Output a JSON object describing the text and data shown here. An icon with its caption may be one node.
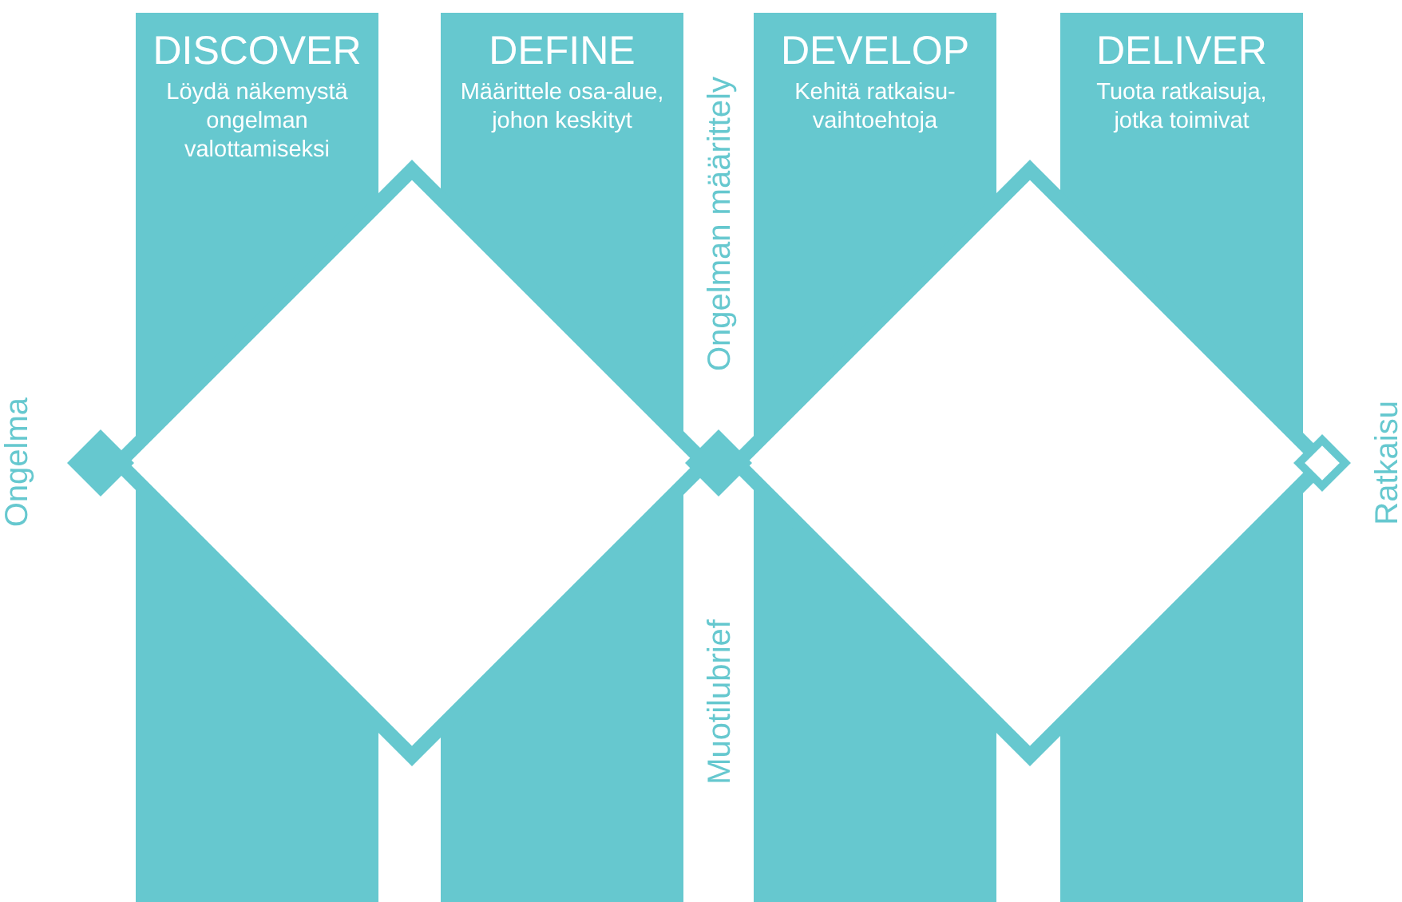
{
  "diagram": {
    "nodes": [
      {
        "text": [
          "DISCOVER",
          "Löydä näkemystä ongelman valottamiseksi"
        ]
      },
      {
        "text": [
          "DEFINE",
          "Määrittele osa-alue, johon keskityt"
        ]
      },
      {
        "text": [
          "DEVELOP",
          "Kehitä ratkaisu-vaihtoehtoja"
        ]
      },
      {
        "text": [
          "DELIVER",
          "Tuota ratkaisuja, jotka toimivat"
        ]
      },
      {
        "text": [],
        "shape": "diamond"
      },
      {
        "text": [],
        "shape": "diamond"
      },
      {
        "text": [],
        "shape": "diamond"
      },
      {
        "text": [],
        "shape": "diamond"
      },
      {
        "text": [],
        "shape": "diamond"
      }
    ],
    "edges": [],
    "labels": [
      "Ongelma",
      "Ongelman määrittely",
      "Muotilubrief",
      "Ratkaisu"
    ]
  }
}
